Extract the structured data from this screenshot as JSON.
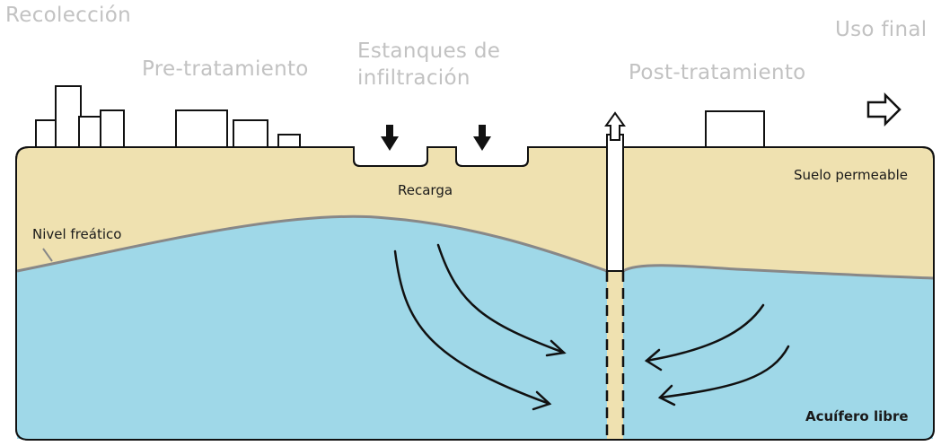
{
  "diagram": {
    "stages": {
      "recoleccion": "Recolección",
      "pre_tratamiento": "Pre-tratamiento",
      "estanques": "Estanques de infiltración",
      "post_tratamiento": "Post-tratamiento",
      "uso_final": "Uso final"
    },
    "labels": {
      "suelo": "Suelo permeable",
      "recarga": "Recarga",
      "nivel_freatico": "Nivel freático",
      "acuifero": "Acuífero libre"
    },
    "colors": {
      "soil": "#efe1b0",
      "water": "#9fd8e8",
      "outline": "#111111",
      "water_table_line": "#888888",
      "stage_text": "#c2c2c2"
    }
  }
}
